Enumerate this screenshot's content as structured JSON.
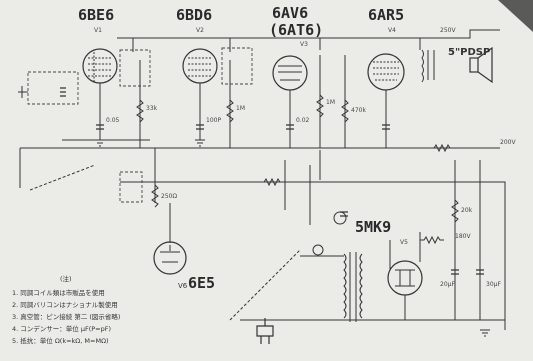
{
  "tubes": {
    "t1": {
      "type": "6BE6",
      "ref": "V1"
    },
    "t2": {
      "type": "6BD6",
      "ref": "V2"
    },
    "t3": {
      "type": "6AV6",
      "alt": "(6AT6)",
      "ref": "V3"
    },
    "t4": {
      "type": "6AR5",
      "ref": "V4"
    },
    "t5": {
      "type": "5MK9",
      "ref": "V5"
    },
    "t6": {
      "type": "6E5",
      "ref": "V6"
    }
  },
  "speaker": {
    "label": "5\"PDSP"
  },
  "parts": {
    "r1": "33k",
    "r2": "1M",
    "r3": "1M",
    "r4": "470k",
    "r5": "250Ω",
    "r6": "20k",
    "c1": "0.05",
    "c2": "100P",
    "c3": "0.02",
    "c4": "20μF",
    "c5": "30μF",
    "v1": "250V",
    "v2": "200V",
    "v3": "180V"
  },
  "notes": {
    "title": "(注)",
    "n1": "1. 同調コイル類は市販品を使用",
    "n2": "2. 同調バリコンはナショナル製使用",
    "n3": "3. 真空管：ピン接続 第二 (図示省略)",
    "n4": "4. コンデンサー：単位 μF(P=pF)",
    "n5": "5. 抵抗：単位 Ω(k=kΩ, M=MΩ)"
  }
}
